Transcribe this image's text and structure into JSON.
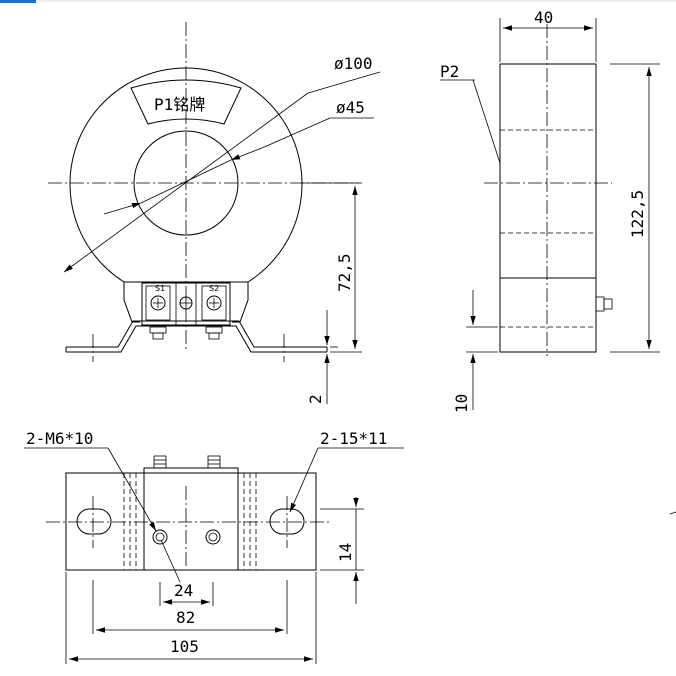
{
  "front_view": {
    "outer_diameter": "ø100",
    "inner_diameter": "ø45",
    "nameplate": "P1铭牌",
    "terminal_s1": "S1",
    "terminal_s2": "S2",
    "center_height": "72,5",
    "base_thickness": "2"
  },
  "side_view": {
    "width": "40",
    "label_p2": "P2",
    "height": "122,5",
    "base_height": "10"
  },
  "bottom_view": {
    "thread_label": "2-M6*10",
    "slot_label": "2-15*11",
    "hole_spacing": "24",
    "slot_spacing": "82",
    "overall_length": "105",
    "foot_width": "14"
  },
  "colors": {
    "line": "#000000",
    "background": "#ffffff",
    "top_strip": "#1e6ec8"
  }
}
